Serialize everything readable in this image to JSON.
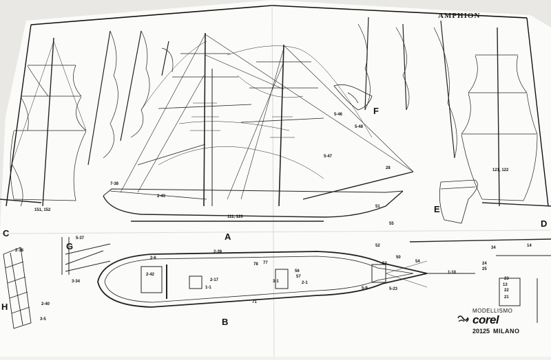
{
  "sheet": {
    "title": "AMPHION",
    "labels": {
      "A": "A",
      "B": "B",
      "C": "C",
      "D": "D",
      "E": "E",
      "F": "F",
      "G": "G",
      "H": "H"
    },
    "logo": {
      "line1": "MODELLISMO",
      "brand": "corel",
      "postcode": "20125",
      "city": "MILANO"
    },
    "part_numbers": {
      "p_2_6": "2-6",
      "p_2_39": "2-39",
      "p_2_42": "2-42",
      "p_2_17": "2-17",
      "p_1_1": "1-1",
      "p_3_1": "3-1",
      "p_1_10": "1-10",
      "p_5_9": "5-9",
      "p_5_23": "5-23",
      "p_2_1": "2-1",
      "p_2_43": "2-43",
      "p_3_34": "3-34",
      "p_2_38": "2-38",
      "p_2_40": "2-40",
      "p_3_5": "3-5",
      "p_5_37": "5-37",
      "p_7_38": "7-38",
      "p_5_47": "5-47",
      "p_5_48": "5-48",
      "p_5_46": "5-46",
      "p_111_120": "111, 120",
      "p_151_152": "151, 152",
      "p_121_122": "121, 122",
      "n_53": "53",
      "n_50": "50",
      "n_54": "54",
      "n_52": "52",
      "n_55": "55",
      "n_13": "13",
      "n_23": "23",
      "n_22": "22",
      "n_21": "21",
      "n_24": "24",
      "n_25": "25",
      "n_34": "34",
      "n_14": "14",
      "n_56": "56",
      "n_57": "57",
      "n_28": "28",
      "n_51": "51",
      "n_78": "78",
      "n_77": "77",
      "n_71": "71"
    }
  }
}
